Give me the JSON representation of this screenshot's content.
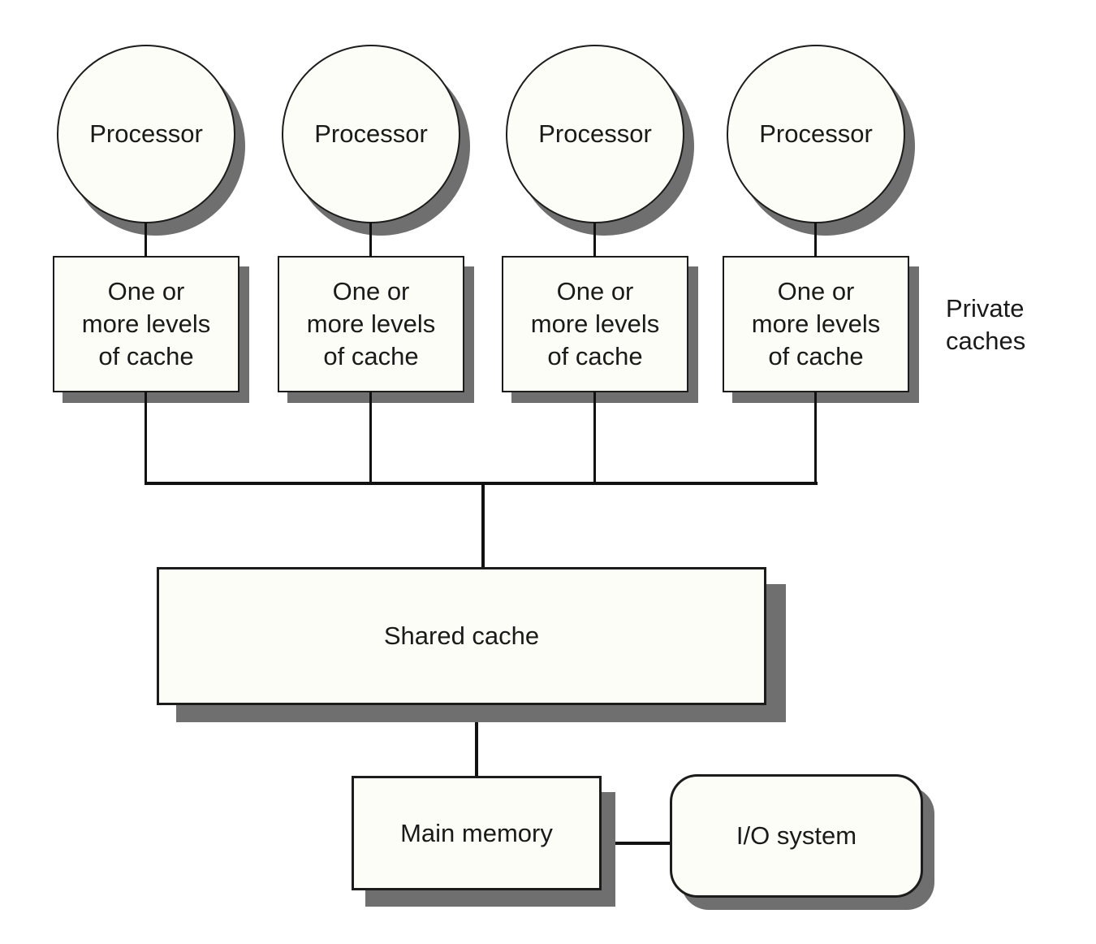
{
  "diagram": {
    "type": "block-diagram",
    "processors": [
      {
        "label": "Processor"
      },
      {
        "label": "Processor"
      },
      {
        "label": "Processor"
      },
      {
        "label": "Processor"
      }
    ],
    "private_cache_boxes": [
      {
        "lines": [
          "One or",
          "more levels",
          "of cache"
        ]
      },
      {
        "lines": [
          "One or",
          "more levels",
          "of cache"
        ]
      },
      {
        "lines": [
          "One or",
          "more levels",
          "of cache"
        ]
      },
      {
        "lines": [
          "One or",
          "more levels",
          "of cache"
        ]
      }
    ],
    "annotation": {
      "lines": [
        "Private",
        "caches"
      ]
    },
    "shared_cache": {
      "label": "Shared cache"
    },
    "main_memory": {
      "label": "Main memory"
    },
    "io_system": {
      "label": "I/O system"
    },
    "colors": {
      "bg": "#ffffff",
      "fill": "#fdfdf7",
      "border": "#1c1c1c",
      "line": "#111111",
      "shadow": "#6f6f6f",
      "text": "#1a1a1a"
    }
  }
}
